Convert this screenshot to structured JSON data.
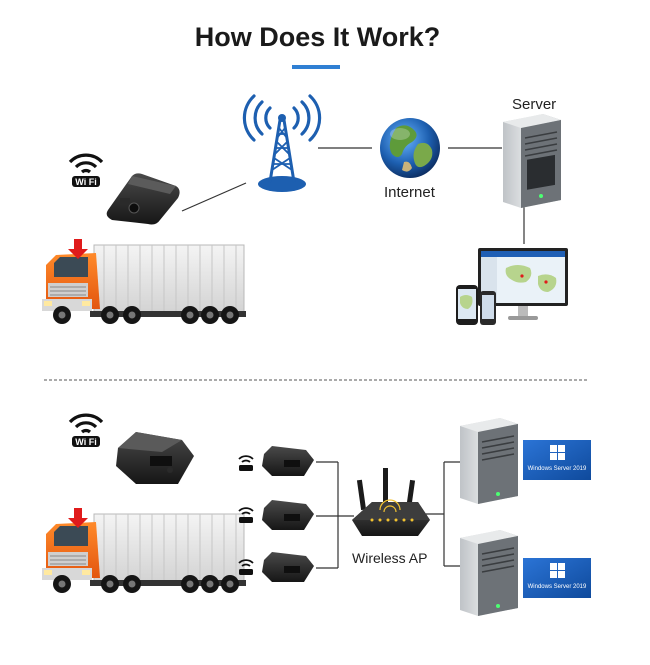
{
  "title": "How Does It Work?",
  "colors": {
    "accent": "#2f7fd3",
    "wifi": "#111111",
    "windows_blue": "#1f5fb5"
  },
  "top_section": {
    "labels": {
      "server": "Server",
      "internet": "Internet"
    },
    "icons": [
      "wifi-icon",
      "dashcam-device",
      "truck",
      "cell-tower-icon",
      "globe-icon",
      "server-tower",
      "monitor-with-map",
      "smartphone"
    ]
  },
  "bottom_section": {
    "labels": {
      "access_point": "Wireless AP"
    },
    "windows_badge_text": "Windows Server 2019",
    "icons": [
      "wifi-icon",
      "dashcam-device",
      "truck",
      "wireless-router",
      "server-tower",
      "windows-logo"
    ]
  }
}
